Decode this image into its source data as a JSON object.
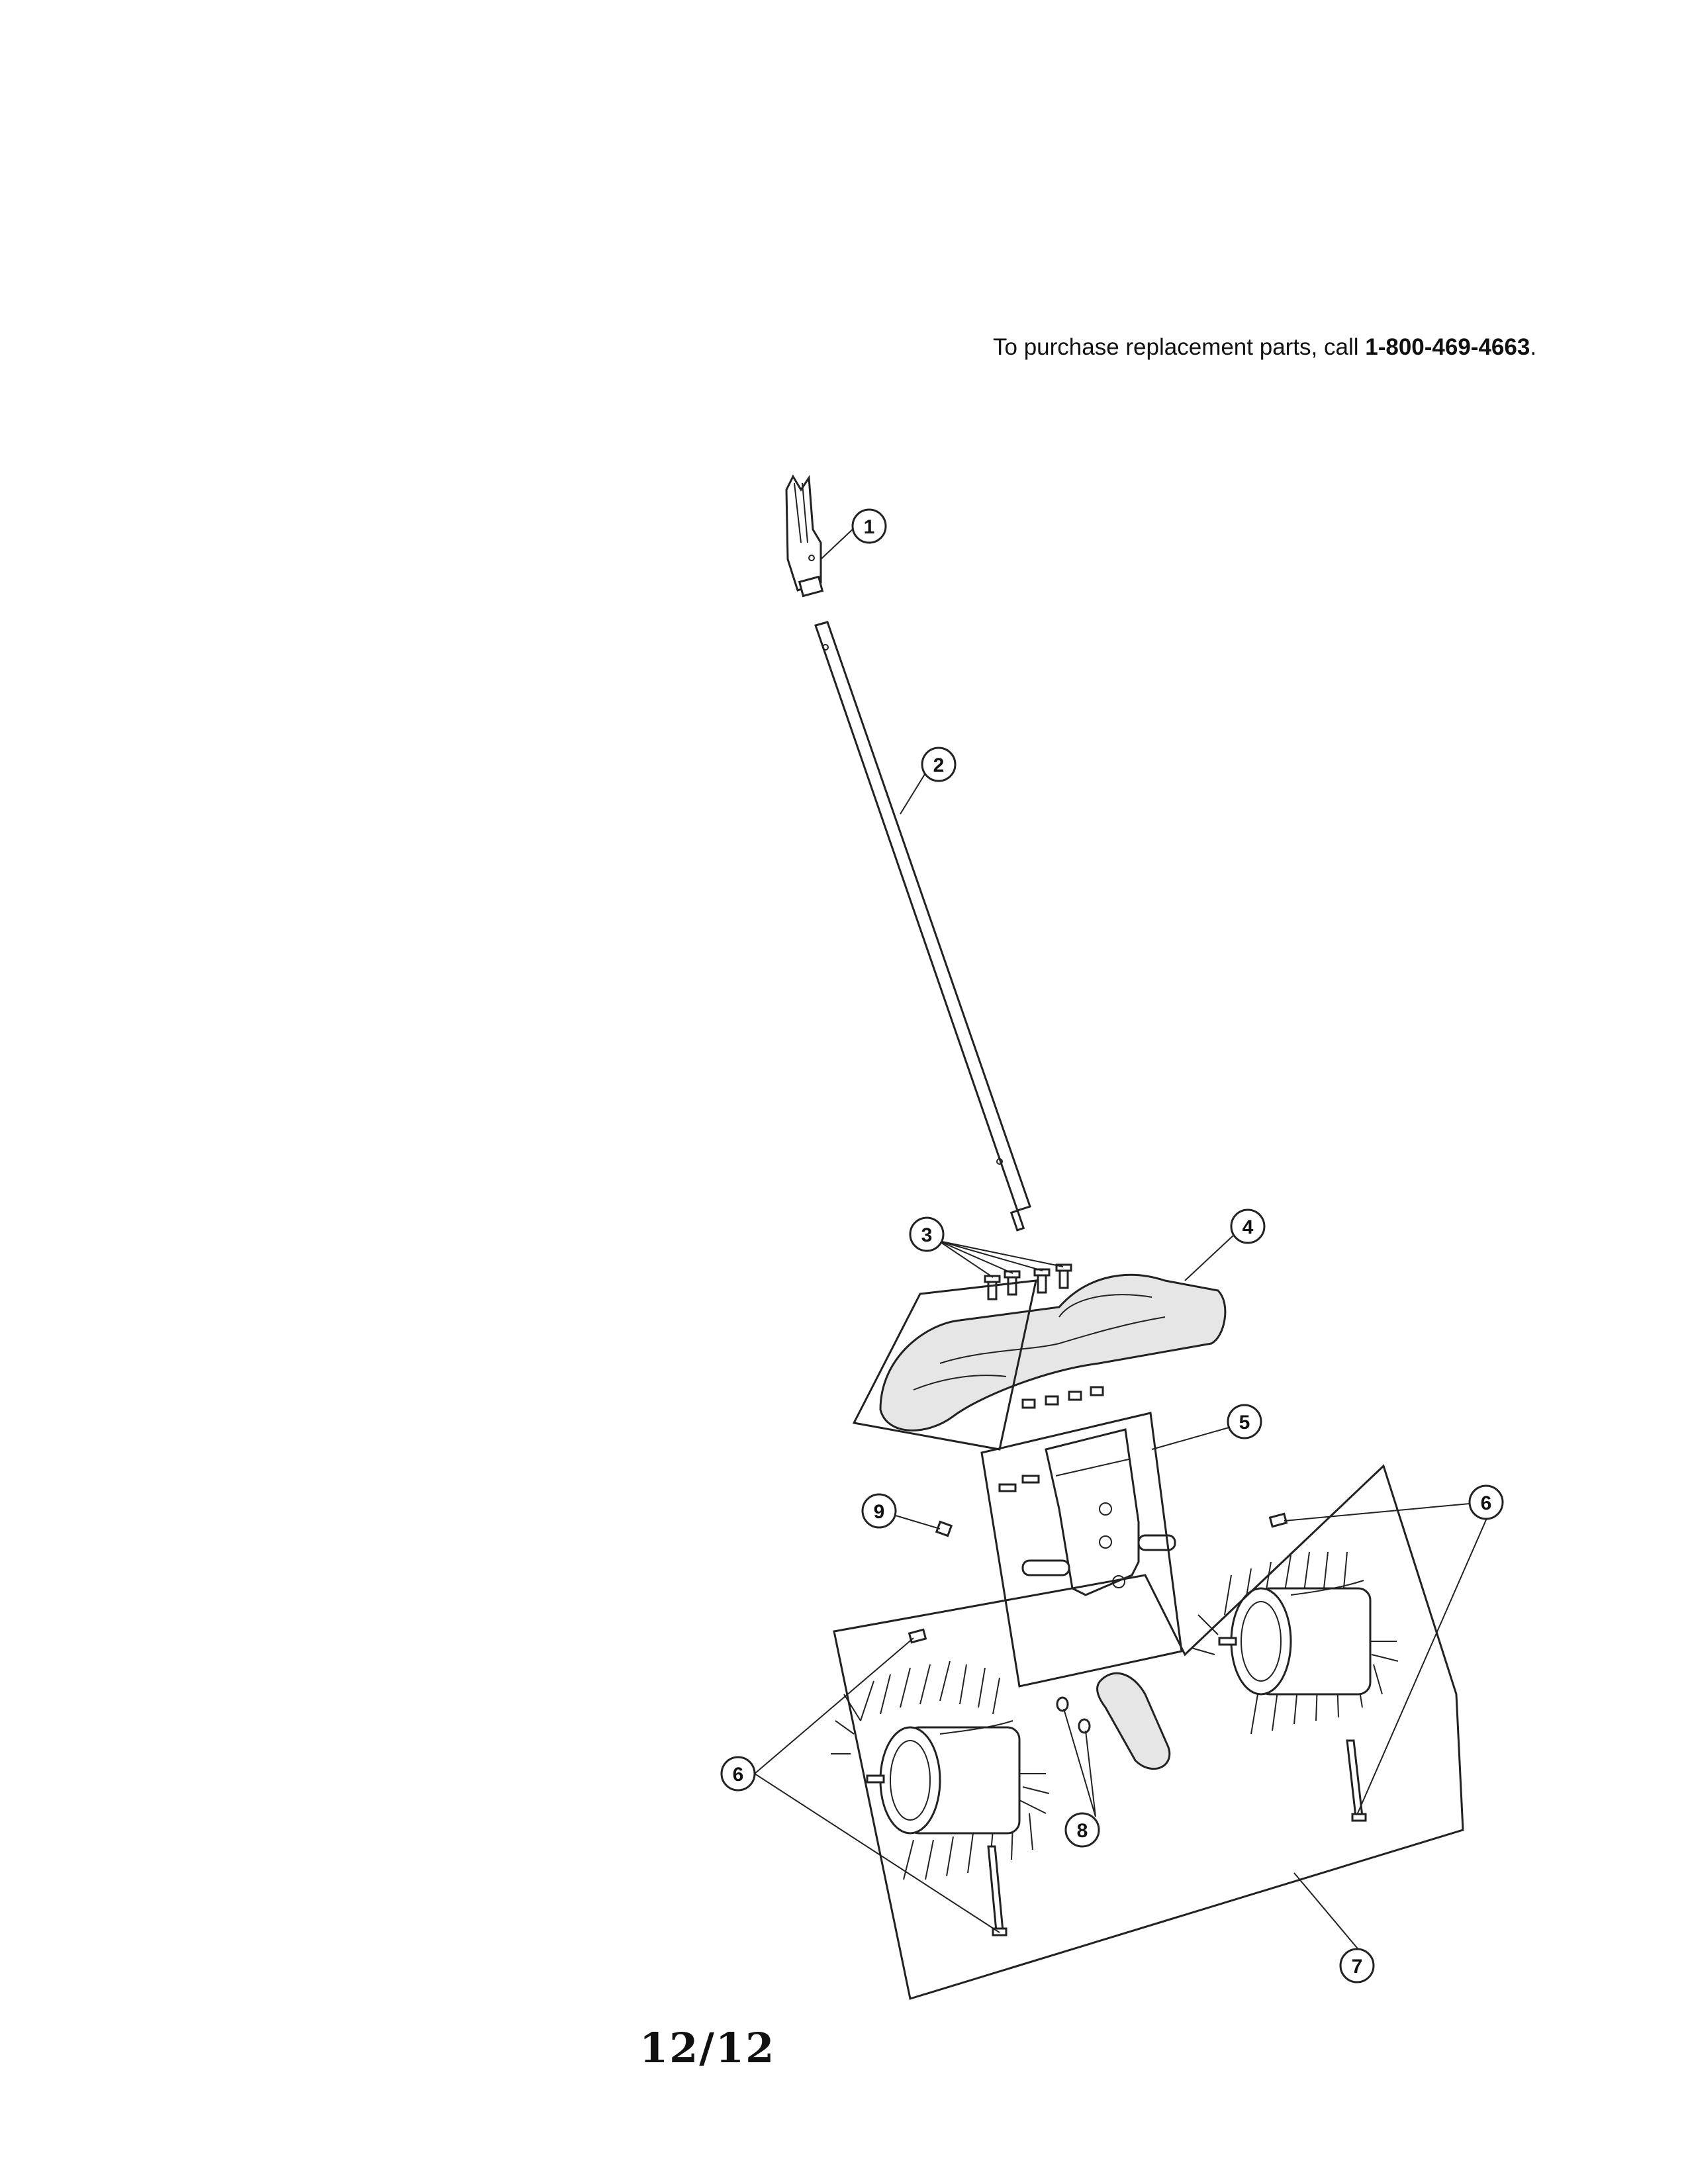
{
  "header": {
    "text_prefix": "To purchase replacement parts, call ",
    "phone": "1-800-469-4663",
    "text_suffix": "."
  },
  "footer": {
    "page_number": "12/12"
  },
  "callouts": [
    "1",
    "2",
    "3",
    "4",
    "5",
    "6",
    "6",
    "7",
    "8",
    "9"
  ]
}
